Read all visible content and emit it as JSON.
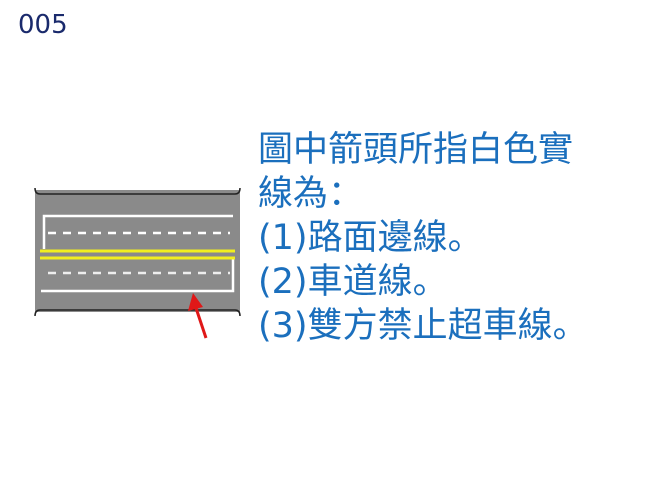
{
  "question_number": "005",
  "question": {
    "lines": [
      "圖中箭頭所指白色實",
      "線為："
    ],
    "options": [
      "(1)路面邊線。",
      "(2)車道線。",
      "(3)雙方禁止超車線。"
    ]
  },
  "colors": {
    "text": "#1b6fbd",
    "road": "#8a8a8a",
    "yellow": "#f2ef1e",
    "arrow": "#e01818"
  }
}
